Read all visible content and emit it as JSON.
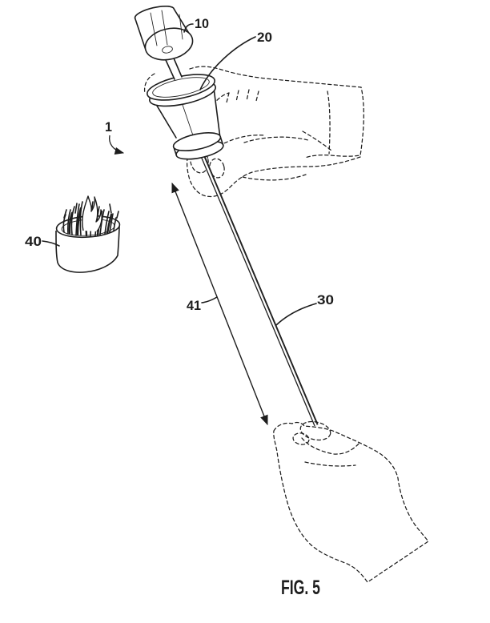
{
  "figure": {
    "caption": "FIG. 5",
    "background_color": "#ffffff",
    "ink_color": "#1d1d1d"
  },
  "labels": {
    "device": "1",
    "knob": "10",
    "handle_guard": "20",
    "shaft": "30",
    "fire_container": "40",
    "extension_span": "41"
  }
}
